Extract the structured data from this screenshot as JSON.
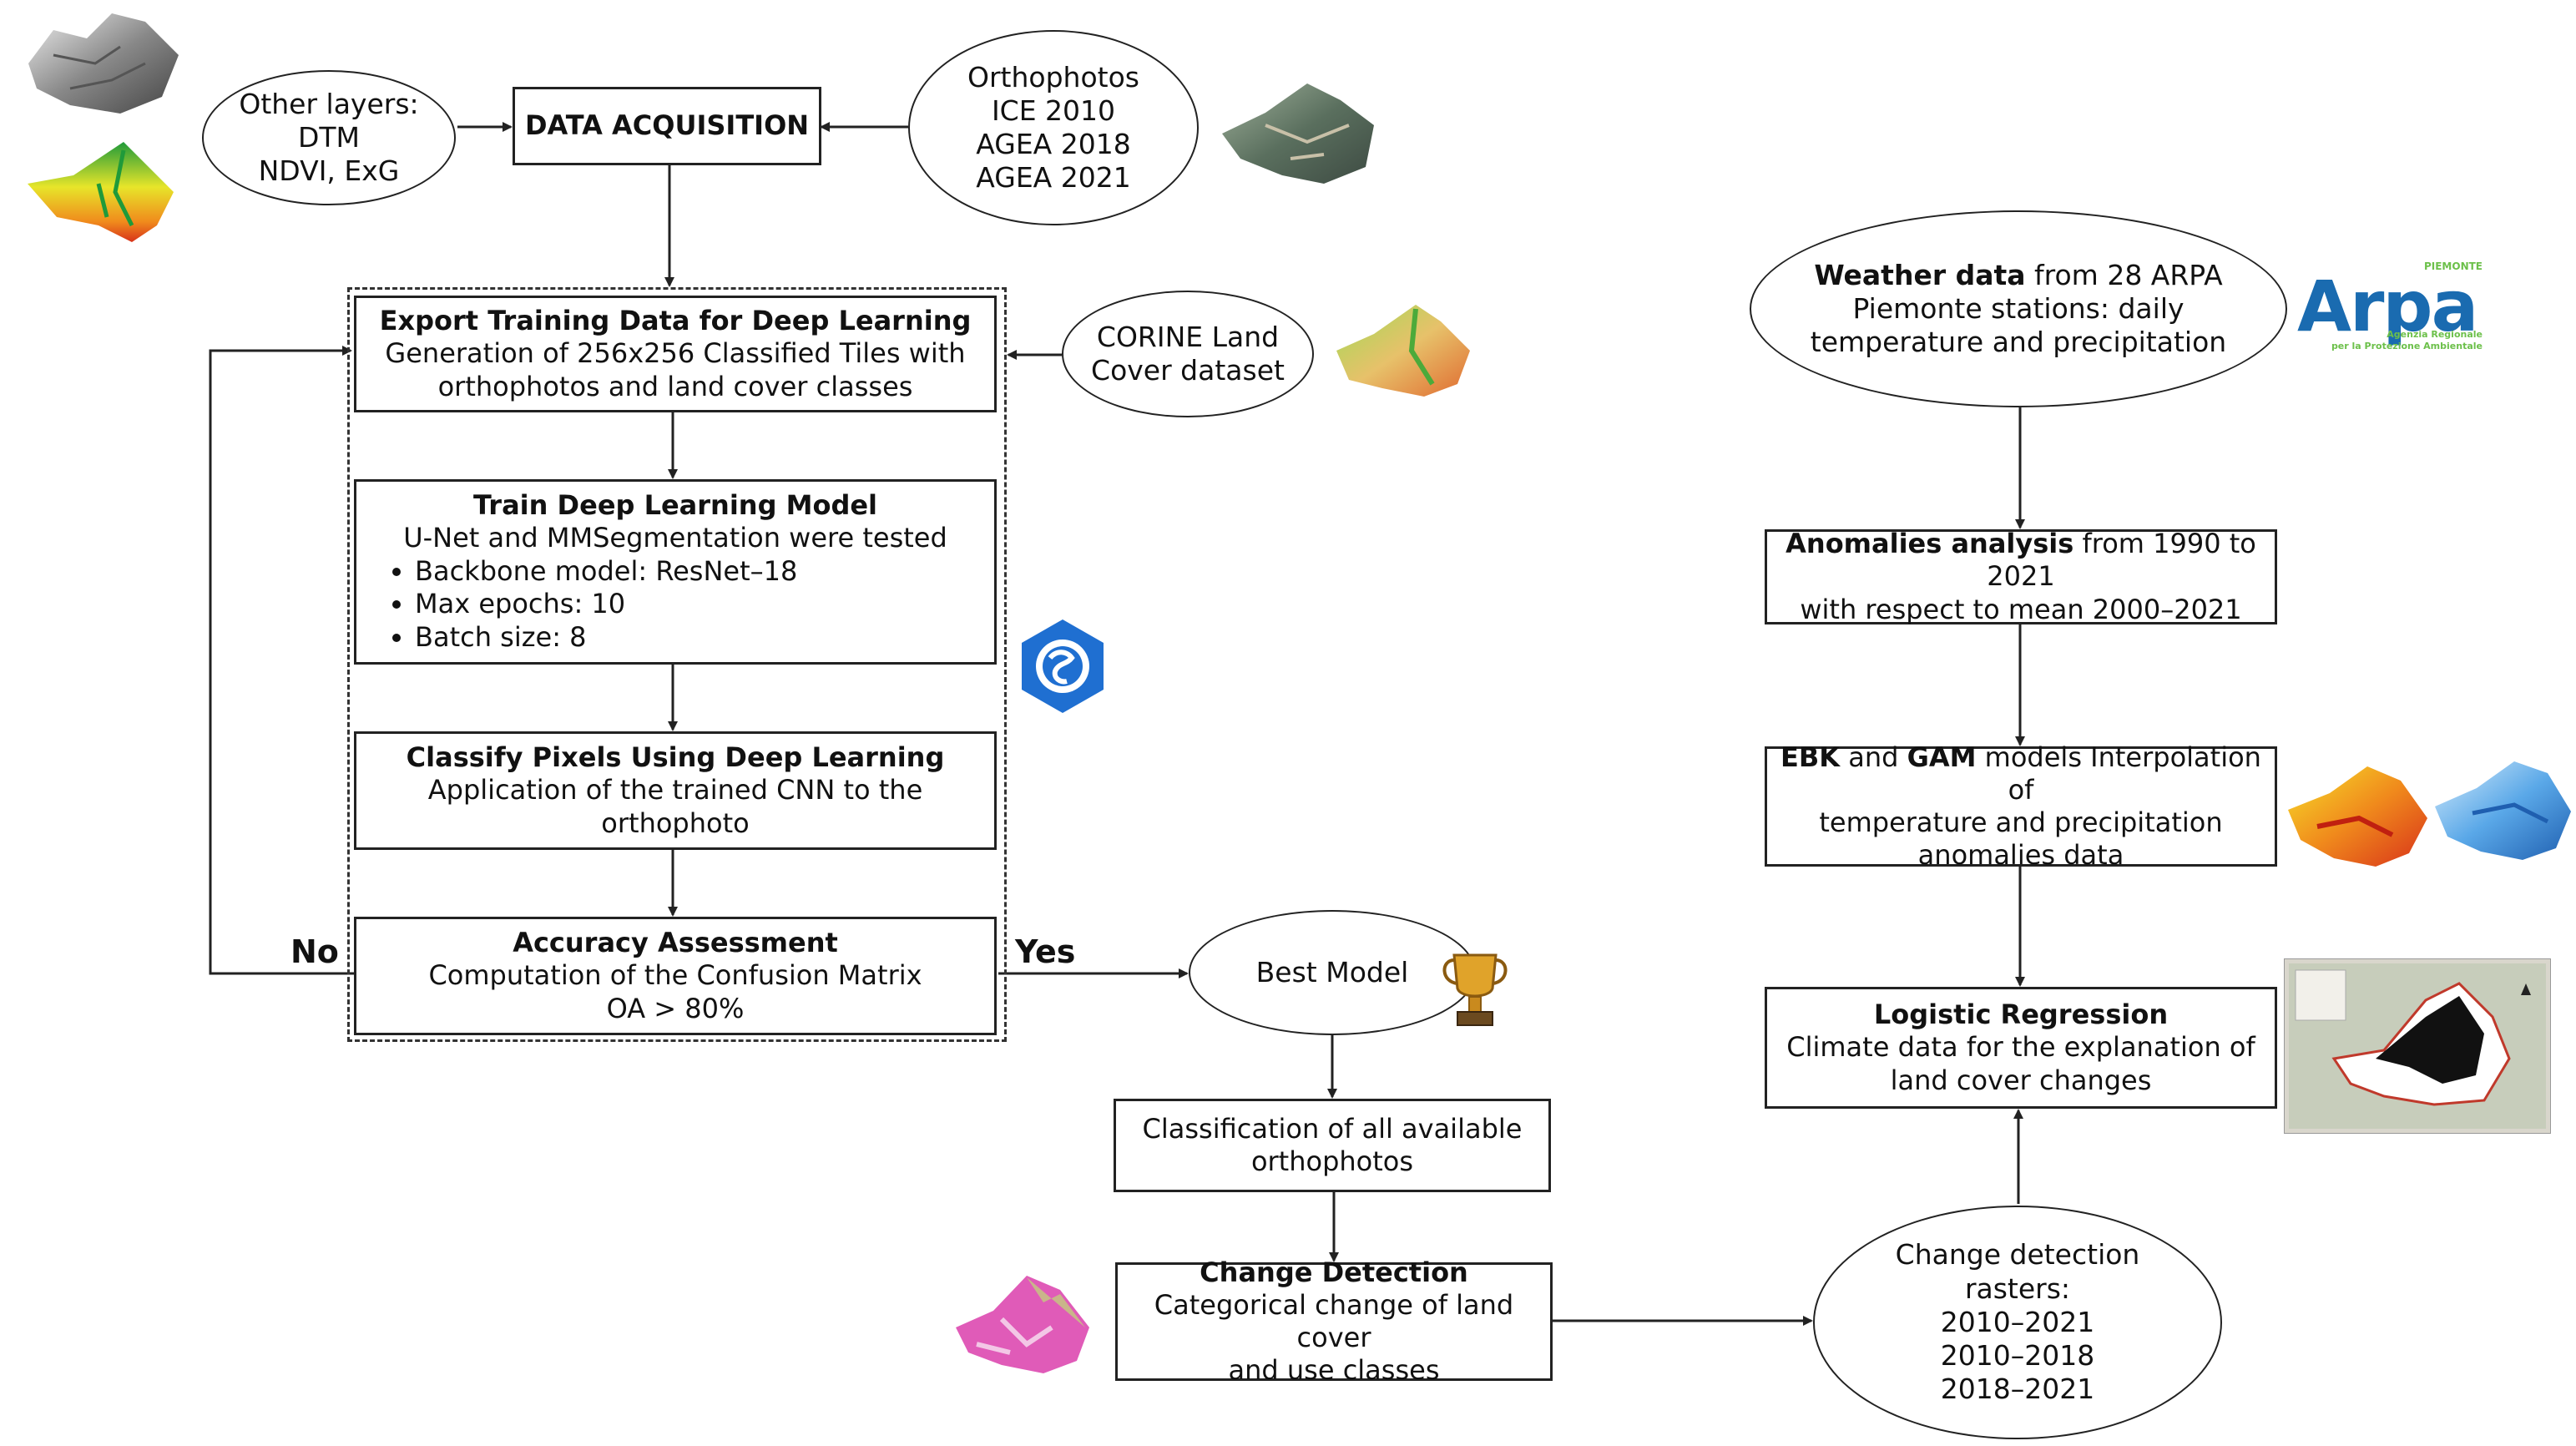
{
  "other_layers": {
    "l1": "Other layers:",
    "l2": "DTM",
    "l3": "NDVI, ExG"
  },
  "data_acquisition": "DATA ACQUISITION",
  "orthophotos": {
    "l1": "Orthophotos",
    "l2": "ICE 2010",
    "l3": "AGEA 2018",
    "l4": "AGEA 2021"
  },
  "export": {
    "title": "Export Training Data for Deep Learning",
    "l1": "Generation of 256x256 Classified Tiles with",
    "l2": "orthophotos and land cover classes"
  },
  "corine": {
    "l1": "CORINE Land",
    "l2": "Cover dataset"
  },
  "train": {
    "title": "Train Deep Learning Model",
    "l1": "U-Net and MMSegmentation were tested",
    "bullets": [
      "Backbone model: ResNet–18",
      "Max epochs: 10",
      "Batch size: 8"
    ]
  },
  "classify": {
    "title": "Classify Pixels Using Deep Learning",
    "l1": "Application of the trained CNN to the",
    "l2": "orthophoto"
  },
  "accuracy": {
    "title": "Accuracy Assessment",
    "l1": "Computation of the Confusion Matrix",
    "l2": "OA > 80%"
  },
  "no_label": "No",
  "yes_label": "Yes",
  "best_model": "Best Model",
  "classification_all": {
    "l1": "Classification of all available",
    "l2": "orthophotos"
  },
  "change_detection": {
    "title": "Change Detection",
    "l1": "Categorical change of land cover",
    "l2": "and use classes"
  },
  "change_rasters": {
    "l1": "Change detection",
    "l2": "rasters:",
    "l3": "2010–2021",
    "l4": "2010–2018",
    "l5": "2018–2021"
  },
  "weather": {
    "bold": "Weather data",
    "rest": " from 28 ARPA",
    "l2": "Piemonte stations: daily",
    "l3": "temperature and precipitation"
  },
  "anomalies": {
    "bold": "Anomalies analysis",
    "rest": " from 1990 to 2021",
    "l2": "with respect to mean 2000–2021"
  },
  "ebk": {
    "b1": "EBK",
    "m1": " and ",
    "b2": "GAM",
    "m2": " models Interpolation of",
    "l2": "temperature and precipitation",
    "l3": "anomalies data"
  },
  "logistic": {
    "title": "Logistic Regression",
    "l1": "Climate data for the explanation of",
    "l2": "land cover changes"
  },
  "arpa_logo": {
    "text": "Arpa",
    "small_top": "PIEMONTE",
    "small1": "Agenzia Regionale",
    "small2": "per la Protezione Ambientale"
  },
  "colors": {
    "stroke": "#222222",
    "arpa_blue": "#1a6bb0",
    "arpa_green": "#6cc04a",
    "app_icon_blue": "#1f6fd1"
  },
  "icons": [
    "dtm-map-icon",
    "ndvi-map-icon",
    "orthophoto-map-icon",
    "corine-map-icon",
    "arcgis-app-icon",
    "trophy-icon",
    "change-map-icon",
    "arpa-logo",
    "temperature-map-icon",
    "precipitation-map-icon",
    "regression-map-icon"
  ]
}
